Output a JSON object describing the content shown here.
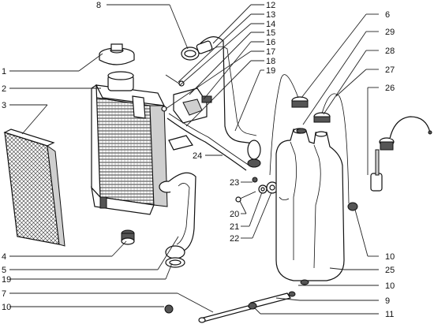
{
  "callouts": {
    "c1": "1",
    "c2": "2",
    "c3": "3",
    "c4": "4",
    "c5": "5",
    "c6": "6",
    "c7": "7",
    "c8": "8",
    "c9": "9",
    "c10a": "10",
    "c10b": "10",
    "c10c": "10",
    "c11": "11",
    "c12": "12",
    "c13": "13",
    "c14": "14",
    "c15": "15",
    "c16": "16",
    "c17": "17",
    "c18": "18",
    "c19a": "19",
    "c19b": "19",
    "c20": "20",
    "c21": "21",
    "c22": "22",
    "c23": "23",
    "c24": "24",
    "c25": "25",
    "c26": "26",
    "c27": "27",
    "c28": "28",
    "c29": "29"
  }
}
